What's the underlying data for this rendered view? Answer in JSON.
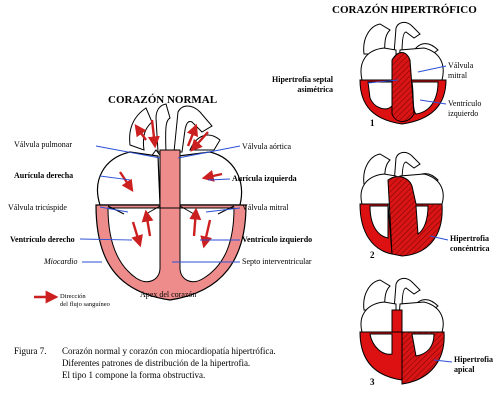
{
  "normal": {
    "title": "CORAZÓN NORMAL",
    "labels_left": {
      "valvula_pulmonar": "Válvula pulmonar",
      "auricula_derecha": "Aurícula derecha",
      "valvula_tricuspide": "Válvula tricúspide",
      "ventriculo_derecho": "Ventrículo derecho",
      "miocardio": "Miocardio"
    },
    "labels_right": {
      "valvula_aortica": "Válvula aórtica",
      "auricula_izquierda": "Aurícula izquierda",
      "valvula_mitral": "Válvula mitral",
      "ventriculo_izquierdo": "Ventrículo izquierdo",
      "septo": "Septo interventricular"
    },
    "apex": "Apex del corazón"
  },
  "legend": {
    "line1": "Dirección",
    "line2": "del flujo sanguíneo"
  },
  "hypertrophic": {
    "title": "CORAZÓN HIPERTRÓFICO",
    "h1": {
      "number": "1",
      "label_line1": "Hipertrofia septal",
      "label_line2": "asimétrica",
      "valvula_line1": "Válvula",
      "valvula_line2": "mitral",
      "ventriculo_line1": "Ventrículo",
      "ventriculo_line2": "izquierdo"
    },
    "h2": {
      "number": "2",
      "label_line1": "Hipertrofia",
      "label_line2": "concéntrica"
    },
    "h3": {
      "number": "3",
      "label_line1": "Hipertrofia",
      "label_line2": "apical"
    }
  },
  "caption": {
    "figure": "Figura 7.",
    "line1": "Corazón normal y corazón con miocardiopatía hipertrófica.",
    "line2": "Diferentes patrones de distribución de la hipertrofia.",
    "line3": "El tipo 1 compone la forma obstructiva."
  },
  "colors": {
    "myocardium": "#ee8c8c",
    "hypertrophy": "#dd1111",
    "arrow": "#cc1f1f",
    "pointer": "#2b4fd6"
  }
}
